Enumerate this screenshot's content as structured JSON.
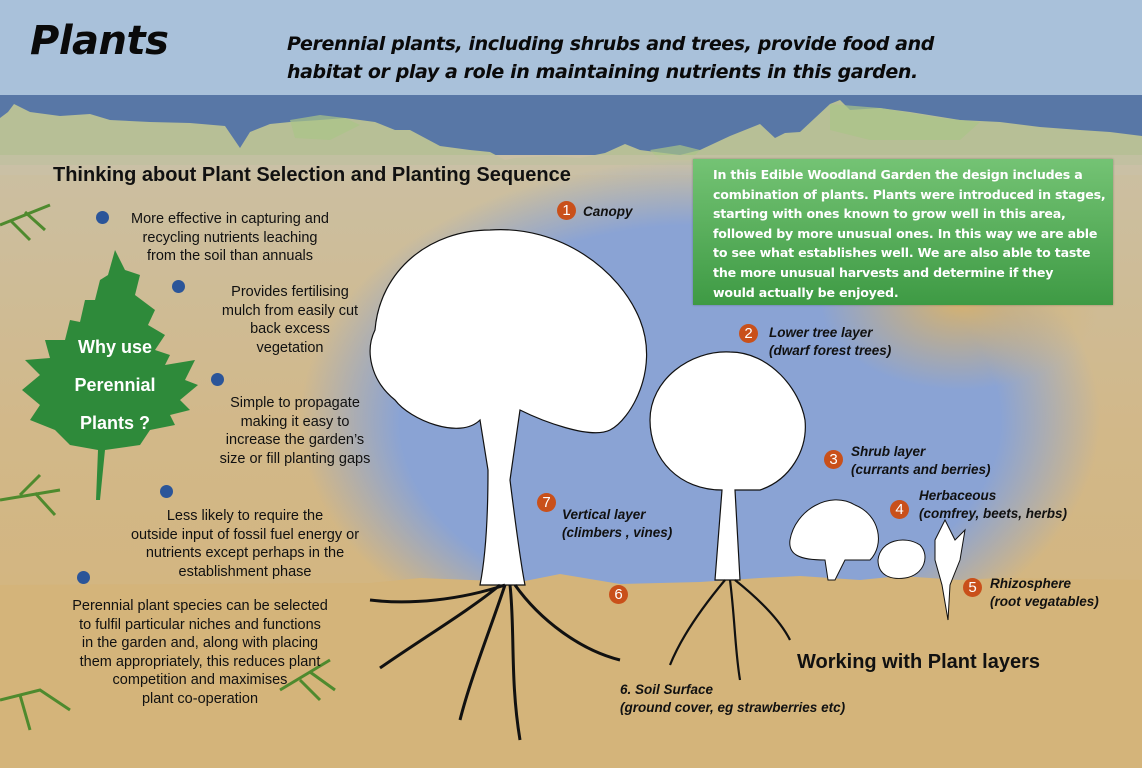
{
  "header": {
    "title": "Plants",
    "subtitle_line1": "Perennial plants, including shrubs and trees, provide food and",
    "subtitle_line2": "habitat or play a role in maintaining nutrients in this garden."
  },
  "selection_section": {
    "heading": "Thinking about Plant Selection and Planting Sequence",
    "leaf_label": [
      "Why use",
      "Perennial",
      "Plants ?"
    ],
    "bullets": [
      {
        "lines": [
          "More effective in capturing and",
          "recycling nutrients leaching",
          "from the soil than annuals"
        ]
      },
      {
        "lines": [
          "Provides fertilising",
          "mulch from easily cut",
          "back excess",
          "vegetation"
        ]
      },
      {
        "lines": [
          "Simple to propagate",
          "making it easy to",
          "increase the garden’s",
          "size or fill planting gaps"
        ]
      },
      {
        "lines": [
          "Less likely to require the",
          "outside input of fossil fuel energy or",
          "nutrients except perhaps in the",
          "establishment phase"
        ]
      },
      {
        "lines": [
          "Perennial plant species can be selected",
          "to fulfil particular niches and functions",
          "in the garden and, along with placing",
          "them appropriately, this reduces plant",
          "competition and maximises",
          "plant co-operation"
        ]
      }
    ]
  },
  "info_box": {
    "lines": [
      "In this Edible Woodland Garden the design includes a",
      "combination of plants. Plants were introduced in stages,",
      "starting with ones known to grow well in this area,",
      "followed by more unusual ones. In this way we are able",
      "to see what establishes well. We are also able to taste",
      "the more unusual harvests and determine if they",
      "would actually be enjoyed."
    ],
    "color": "#4fa852"
  },
  "layers": [
    {
      "number": "1",
      "name": "Canopy",
      "detail": ""
    },
    {
      "number": "2",
      "name": "Lower tree layer",
      "detail": "(dwarf forest trees)"
    },
    {
      "number": "3",
      "name": "Shrub layer",
      "detail": "(currants and berries)"
    },
    {
      "number": "4",
      "name": "Herbaceous",
      "detail": "(comfrey, beets, herbs)"
    },
    {
      "number": "5",
      "name": "Rhizosphere",
      "detail": "(root vegatables)"
    },
    {
      "number": "6",
      "name": "6. Soil Surface",
      "detail": "(ground cover, eg strawberries etc)"
    },
    {
      "number": "7",
      "name": "Vertical layer",
      "detail": "(climbers , vines)"
    }
  ],
  "footer": {
    "heading": "Working with Plant layers"
  },
  "colors": {
    "sky": "#a9c1da",
    "horizon": "#5877a6",
    "soil": "#d4b47a",
    "badge": "#c9501a",
    "bullet": "#2b5599",
    "leaf": "#2e8a3a"
  }
}
